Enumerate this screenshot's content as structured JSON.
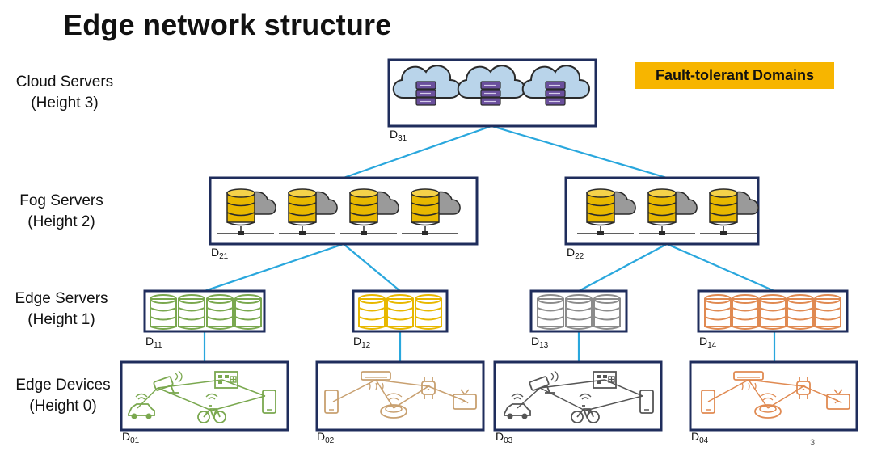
{
  "title": "Edge network structure",
  "levels": [
    {
      "name": "Cloud Servers",
      "height": "(Height 3)"
    },
    {
      "name": "Fog Servers",
      "height": "(Height 2)"
    },
    {
      "name": "Edge Servers",
      "height": "(Height 1)"
    },
    {
      "name": "Edge Devices",
      "height": "(Height 0)"
    }
  ],
  "badge": "Fault-tolerant Domains",
  "domains": {
    "d31": {
      "base": "D",
      "sub": "31"
    },
    "d21": {
      "base": "D",
      "sub": "21"
    },
    "d22": {
      "base": "D",
      "sub": "22"
    },
    "d11": {
      "base": "D",
      "sub": "11"
    },
    "d12": {
      "base": "D",
      "sub": "12"
    },
    "d13": {
      "base": "D",
      "sub": "13"
    },
    "d14": {
      "base": "D",
      "sub": "14"
    },
    "d01": {
      "base": "D",
      "sub": "01"
    },
    "d02": {
      "base": "D",
      "sub": "02"
    },
    "d03": {
      "base": "D",
      "sub": "03"
    },
    "d04": {
      "base": "D",
      "sub": "04"
    }
  },
  "page_number": "3",
  "colors": {
    "box_border": "#1f2d5c",
    "link": "#29a7dd",
    "badge": "#f7b500",
    "cloud": "#b9d4ea",
    "cloud_server": "#6a4f9c",
    "fog_db": "#e8b800",
    "fog_cloud": "#9a9a9a",
    "edge_green": "#7aa84f",
    "edge_yellow": "#e8b800",
    "edge_gray": "#8c8c8c",
    "edge_orange": "#e08a52",
    "devices_green": "#7aa84f",
    "devices_tan": "#c8a070",
    "devices_dark": "#555555"
  },
  "icons": {
    "cloud_server": "cloud-server-icon",
    "fog_server": "fog-database-icon",
    "edge_server": "database-cylinder-icon",
    "devices": [
      "camera-icon",
      "car-icon",
      "bicycle-icon",
      "building-icon",
      "phone-icon",
      "air-conditioner-icon",
      "robot-vacuum-icon",
      "smartwatch-icon",
      "tv-icon"
    ]
  }
}
